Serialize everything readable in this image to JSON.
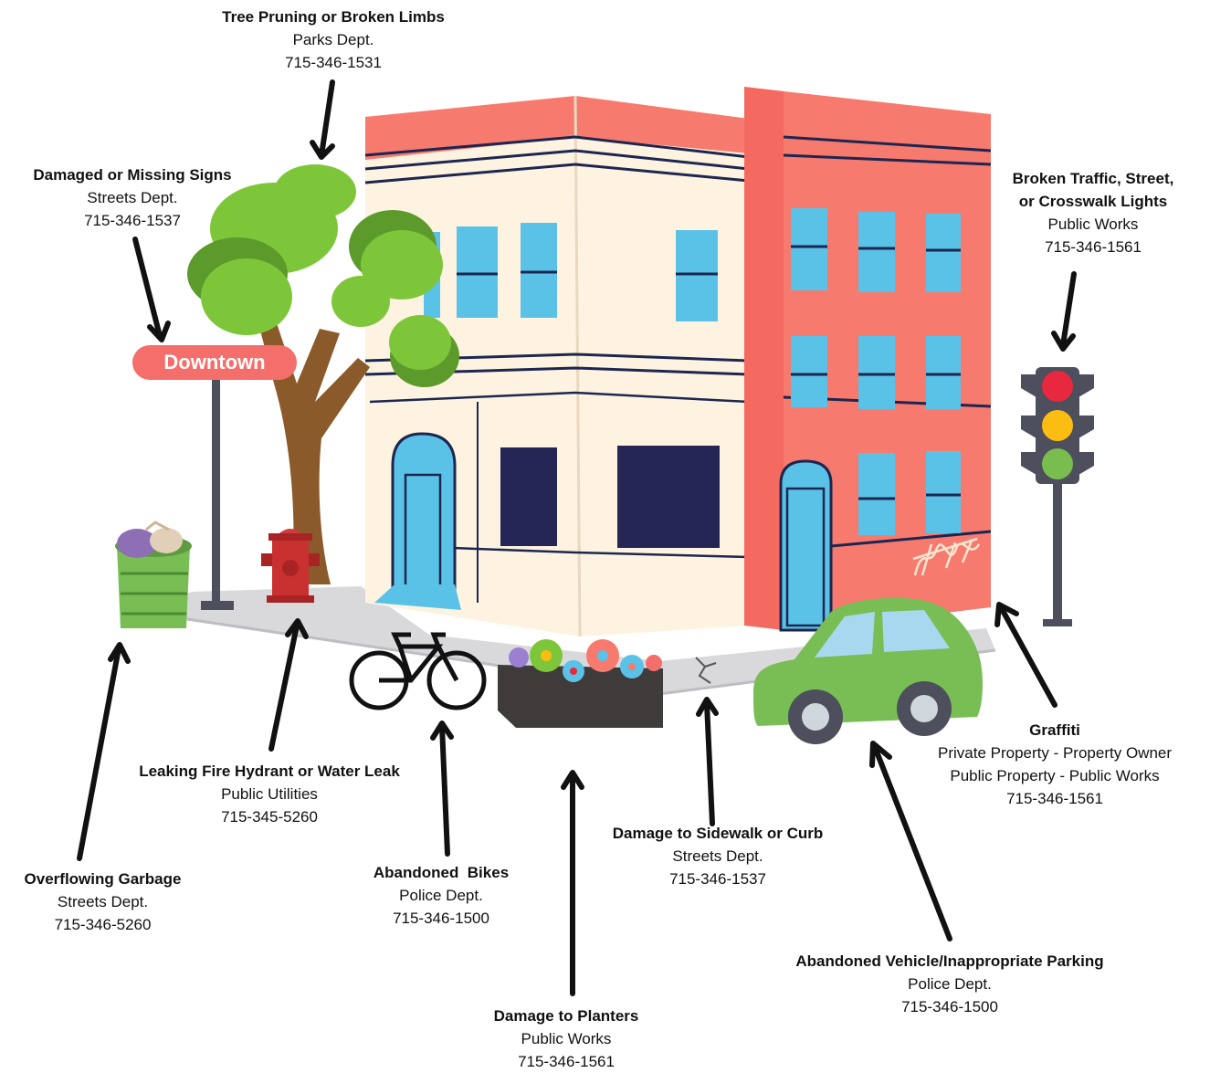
{
  "sign_text": "Downtown",
  "colors": {
    "building_coral": "#f77a6f",
    "building_cream": "#fdf3e0",
    "window_blue": "#5bc2e7",
    "tree_green": "#7ec639",
    "car_green": "#78be55",
    "sign_pink": "#f46e6b",
    "light_red": "#e8283e",
    "light_yellow": "#fbbd12",
    "light_green": "#79bd4e"
  },
  "callouts": [
    {
      "key": "trees",
      "icon": "tree-icon",
      "title_lines": [
        "Tree Pruning or Broken Limbs"
      ],
      "dept_lines": [
        "Parks Dept."
      ],
      "phone": "715-346-1531"
    },
    {
      "key": "signs",
      "icon": "street-sign-icon",
      "title_lines": [
        "Damaged or Missing Signs"
      ],
      "dept_lines": [
        "Streets Dept."
      ],
      "phone": "715-346-1537"
    },
    {
      "key": "lights",
      "icon": "traffic-light-icon",
      "title_lines": [
        "Broken Traffic, Street,",
        "or Crosswalk Lights"
      ],
      "dept_lines": [
        "Public Works"
      ],
      "phone": "715-346-1561"
    },
    {
      "key": "graffiti",
      "icon": "graffiti-icon",
      "title_lines": [
        "Graffiti"
      ],
      "dept_lines": [
        "Private Property - Property Owner",
        "Public Property - Public Works"
      ],
      "phone": "715-346-1561"
    },
    {
      "key": "hydrant",
      "icon": "fire-hydrant-icon",
      "title_lines": [
        "Leaking Fire Hydrant or Water Leak"
      ],
      "dept_lines": [
        "Public Utilities"
      ],
      "phone": "715-345-5260"
    },
    {
      "key": "sidewalk",
      "icon": "sidewalk-crack-icon",
      "title_lines": [
        "Damage to Sidewalk or Curb"
      ],
      "dept_lines": [
        "Streets Dept."
      ],
      "phone": "715-346-1537"
    },
    {
      "key": "garbage",
      "icon": "garbage-can-icon",
      "title_lines": [
        "Overflowing Garbage"
      ],
      "dept_lines": [
        "Streets Dept."
      ],
      "phone": "715-346-5260"
    },
    {
      "key": "bikes",
      "icon": "bicycle-icon",
      "title_lines": [
        "Abandoned  Bikes"
      ],
      "dept_lines": [
        "Police Dept."
      ],
      "phone": "715-346-1500"
    },
    {
      "key": "vehicle",
      "icon": "car-icon",
      "title_lines": [
        "Abandoned Vehicle/Inappropriate Parking"
      ],
      "dept_lines": [
        "Police Dept."
      ],
      "phone": "715-346-1500"
    },
    {
      "key": "planters",
      "icon": "planter-icon",
      "title_lines": [
        "Damage to Planters"
      ],
      "dept_lines": [
        "Public Works"
      ],
      "phone": "715-346-1561"
    }
  ]
}
